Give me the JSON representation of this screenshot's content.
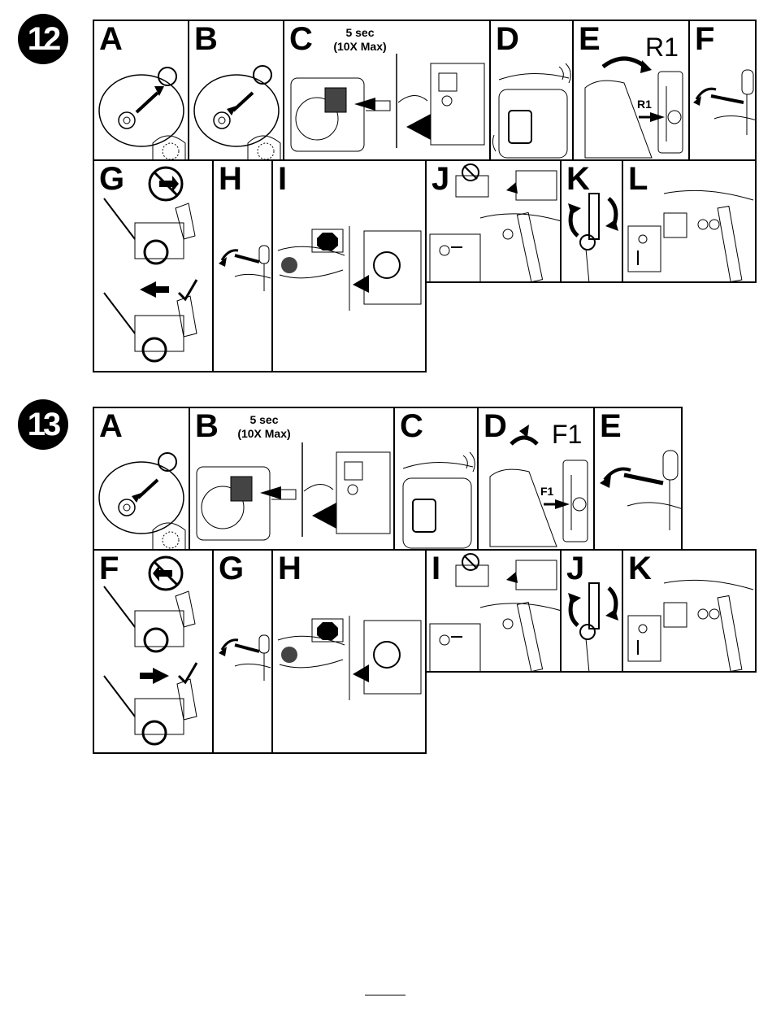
{
  "step12": {
    "number": "12",
    "row1": [
      {
        "label": "A"
      },
      {
        "label": "B"
      },
      {
        "label": "C",
        "caption_line1": "5 sec",
        "caption_line2": "(10X Max)"
      },
      {
        "label": "D"
      },
      {
        "label": "E",
        "gear_big": "R1",
        "gear_small": "R1"
      },
      {
        "label": "F"
      }
    ],
    "row2": [
      {
        "label": "G"
      },
      {
        "label": "H"
      },
      {
        "label": "I"
      },
      {
        "label": "J"
      },
      {
        "label": "K"
      },
      {
        "label": "L"
      }
    ]
  },
  "step13": {
    "number": "13",
    "row1": [
      {
        "label": "A"
      },
      {
        "label": "B",
        "caption_line1": "5 sec",
        "caption_line2": "(10X Max)"
      },
      {
        "label": "C"
      },
      {
        "label": "D",
        "gear_big": "F1",
        "gear_small": "F1"
      },
      {
        "label": "E"
      }
    ],
    "row2": [
      {
        "label": "F"
      },
      {
        "label": "G"
      },
      {
        "label": "H"
      },
      {
        "label": "I"
      },
      {
        "label": "J"
      },
      {
        "label": "K"
      }
    ]
  }
}
